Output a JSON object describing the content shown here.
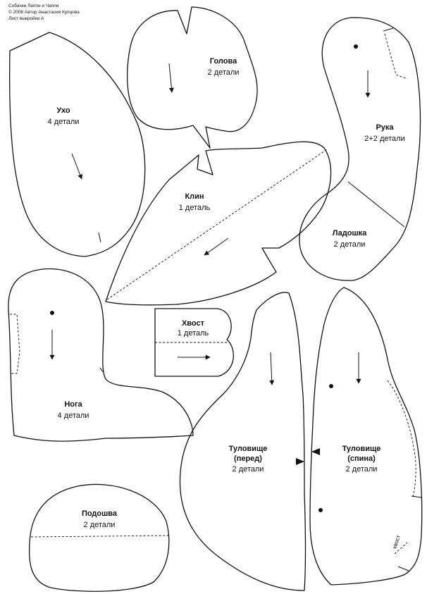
{
  "header": {
    "line1": "Собачки Лаппи и Чаппи",
    "line2": "© 2006 Автор Анастасия Купцова",
    "line3": "Лист выкройки А"
  },
  "pieces": {
    "head": {
      "name": "Голова",
      "count": "2 детали"
    },
    "ear": {
      "name": "Ухо",
      "count": "4 детали"
    },
    "arm": {
      "name": "Рука",
      "count": "2+2 детали"
    },
    "palm": {
      "name": "Ладошка",
      "count": "2 детали"
    },
    "wedge": {
      "name": "Клин",
      "count": "1 деталь"
    },
    "tail": {
      "name": "Хвост",
      "count": "1 деталь"
    },
    "leg": {
      "name": "Нога",
      "count": "4 детали"
    },
    "body_front": {
      "name1": "Туловище",
      "name2": "(перед)",
      "count": "2 детали"
    },
    "body_back": {
      "name1": "Туловище",
      "name2": "(спина)",
      "count": "2 детали",
      "tail_mark": "хвост"
    },
    "sole": {
      "name": "Подошва",
      "count": "2 детали"
    }
  }
}
